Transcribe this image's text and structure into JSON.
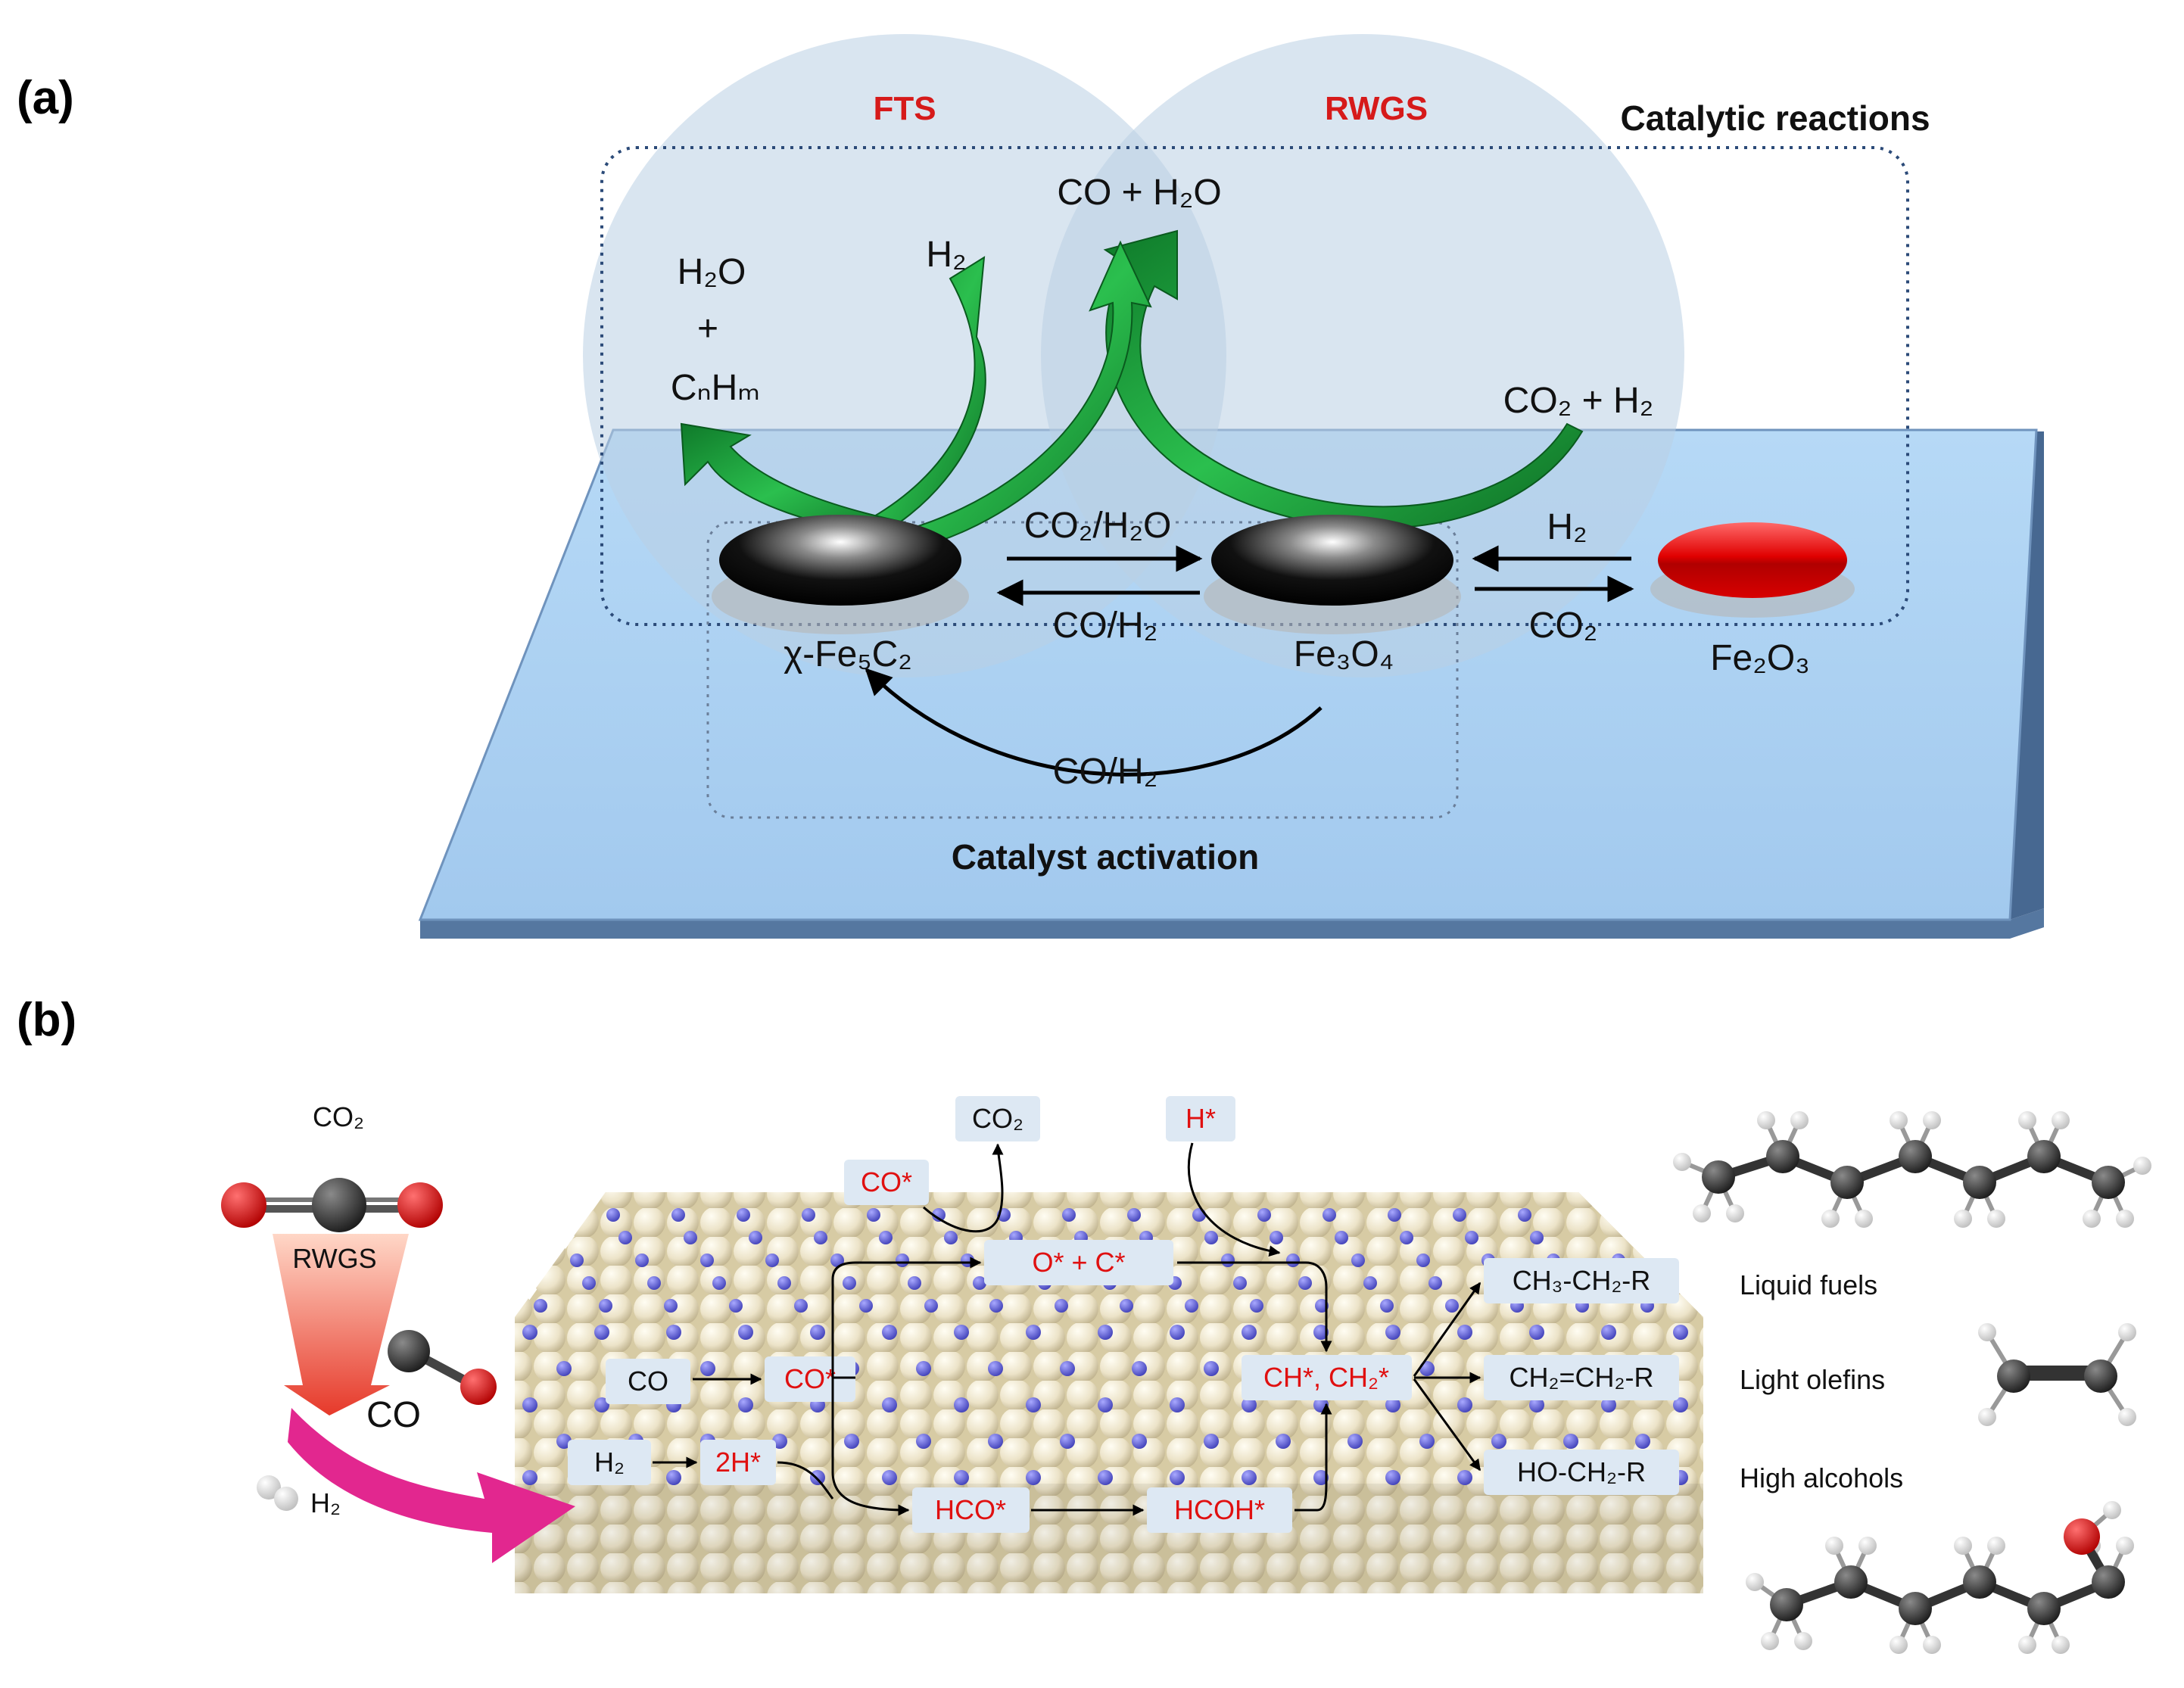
{
  "panel_a": {
    "label": "(a)",
    "fts": "FTS",
    "rwgs": "RWGS",
    "catalytic_reactions": "Catalytic reactions",
    "co_h2o_top": "CO + H₂O",
    "h2_top": "H₂",
    "h2o": "H₂O",
    "plus": "+",
    "cnhm": "CₙHₘ",
    "co2_h2": "CO₂ + H₂",
    "co2_h2o": "CO₂/H₂O",
    "co_h2_mid": "CO/H₂",
    "h2_right": "H₂",
    "co2_right": "CO₂",
    "fe5c2": "χ-Fe₅C₂",
    "fe3o4": "Fe₃O₄",
    "fe2o3": "Fe₂O₃",
    "co_h2_bottom": "CO/H₂",
    "catalyst_activation": "Catalyst activation"
  },
  "panel_b": {
    "label": "(b)",
    "co2": "CO₂",
    "rwgs": "RWGS",
    "co": "CO",
    "h2": "H₂",
    "box_co2": "CO₂",
    "box_h_star": "H*",
    "box_co_star_top": "CO*",
    "box_o_c": "O* + C*",
    "box_co": "CO",
    "box_co_star": "CO*",
    "box_h2": "H₂",
    "box_2h": "2H*",
    "box_hco": "HCO*",
    "box_hcoh": "HCOH*",
    "box_ch": "CH*, CH₂*",
    "prod_1": "CH₃-CH₂-R",
    "prod_2": "CH₂=CH₂-R",
    "prod_3": "HO-CH₂-R",
    "liquid_fuels": "Liquid fuels",
    "light_olefins": "Light olefins",
    "high_alcohols": "High alcohols"
  },
  "colors": {
    "plate": "#a9d0f2",
    "plate_edge": "#5b80a8",
    "circle": "#b9cfe3",
    "green_arrow": "#1b9a3a",
    "red_label": "#d61a1a",
    "box_fill": "#dde8f3",
    "sphere": "#e9e1c6",
    "atom": "#6767d3",
    "magenta": "#e2278f"
  }
}
